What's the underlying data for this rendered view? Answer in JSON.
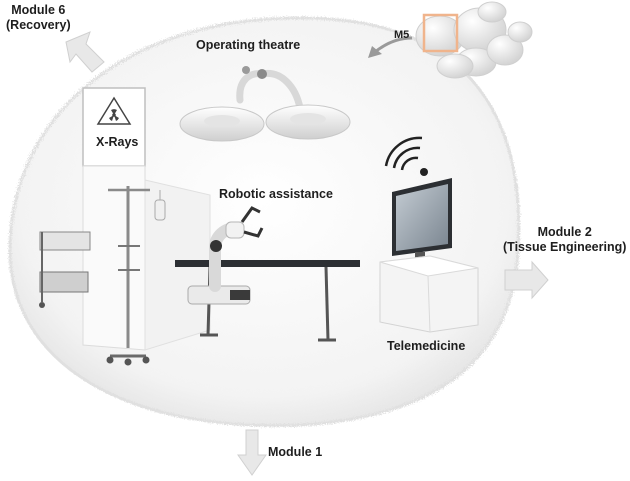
{
  "labels": {
    "module6": "Module 6\n(Recovery)",
    "operating_theatre": "Operating theatre",
    "m5": "M5",
    "xrays": "X-Rays",
    "robotic_assistance": "Robotic assistance",
    "module2": "Module 2\n(Tissue Engineering)",
    "telemedicine": "Telemedicine",
    "module1": "Module 1"
  },
  "colors": {
    "dome_fill": "#f1f1f1",
    "dome_edge": "#d9d9d9",
    "arrow": "#e6e6e6",
    "arrow_stroke": "#cfcfcf",
    "highlight_box": "#f0b48c",
    "dark_metal": "#2c2f33",
    "screen": "#9aa6b0"
  },
  "icons": [
    "radiation-warning-icon",
    "wifi-signal-icon"
  ]
}
